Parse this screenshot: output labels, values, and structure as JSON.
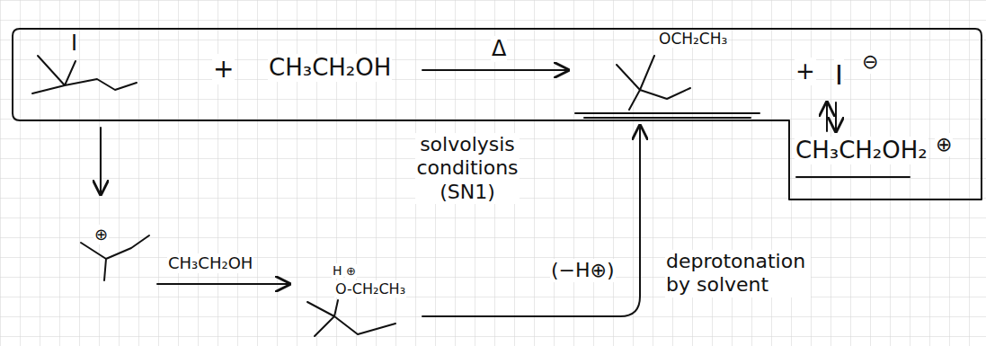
{
  "diagram": {
    "nodes": [
      {
        "text": [
          "I",
          "+",
          "CH₃CH₂OH",
          "Δ",
          "OCH₂CH₃",
          "+",
          "I",
          "⊖",
          "CH₃CH₂OH₂",
          "⊕"
        ]
      }
    ],
    "labels": [
      "solvolysis conditions (SN1)",
      "⊕",
      "CH₃CH₂OH",
      "H",
      "⊕",
      "O-CH₂CH₃",
      "(−H⊕)",
      "deprotonation by solvent"
    ]
  }
}
